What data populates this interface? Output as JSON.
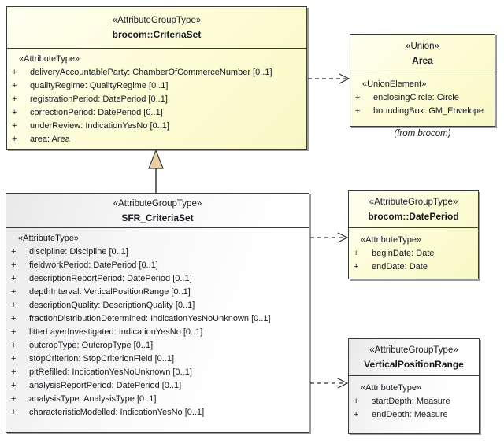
{
  "diagram_title": "UML attribute group diagram",
  "colors": {
    "yellow_fill": "#fdfdd9",
    "gray_fill": "#ececec",
    "border": "#3a3a3a",
    "shadow": "#9a9a9a",
    "generalization_fill": "#ecd0a4",
    "line": "#2a2a2a"
  },
  "origin_note": "(from brocom)",
  "classes": [
    {
      "stereotype": "«AttributeGroupType»",
      "name": "brocom::CriteriaSet",
      "section": "«AttributeType»",
      "attrs": [
        {
          "vis": "+",
          "text": "deliveryAccountableParty: ChamberOfCommerceNumber [0..1]"
        },
        {
          "vis": "+",
          "text": "qualityRegime: QualityRegime [0..1]"
        },
        {
          "vis": "+",
          "text": "registrationPeriod: DatePeriod [0..1]"
        },
        {
          "vis": "+",
          "text": "correctionPeriod: DatePeriod [0..1]"
        },
        {
          "vis": "+",
          "text": "underReview: IndicationYesNo [0..1]"
        },
        {
          "vis": "+",
          "text": "area: Area"
        }
      ]
    },
    {
      "stereotype": "«Union»",
      "name": "Area",
      "section": "«UnionElement»",
      "attrs": [
        {
          "vis": "+",
          "text": "enclosingCircle: Circle"
        },
        {
          "vis": "+",
          "text": "boundingBox: GM_Envelope"
        }
      ]
    },
    {
      "stereotype": "«AttributeGroupType»",
      "name": "SFR_CriteriaSet",
      "section": "«AttributeType»",
      "attrs": [
        {
          "vis": "+",
          "text": "discipline: Discipline [0..1]"
        },
        {
          "vis": "+",
          "text": "fieldworkPeriod: DatePeriod [0..1]"
        },
        {
          "vis": "+",
          "text": "descriptionReportPeriod: DatePeriod [0..1]"
        },
        {
          "vis": "+",
          "text": "depthInterval: VerticalPositionRange [0..1]"
        },
        {
          "vis": "+",
          "text": "descriptionQuality: DescriptionQuality [0..1]"
        },
        {
          "vis": "+",
          "text": "fractionDistributionDetermined: IndicationYesNoUnknown [0..1]"
        },
        {
          "vis": "+",
          "text": "litterLayerInvestigated: IndicationYesNo [0..1]"
        },
        {
          "vis": "+",
          "text": "outcropType: OutcropType [0..1]"
        },
        {
          "vis": "+",
          "text": "stopCriterion: StopCriterionField [0..1]"
        },
        {
          "vis": "+",
          "text": "pitRefilled: IndicationYesNoUnknown [0..1]"
        },
        {
          "vis": "+",
          "text": "analysisReportPeriod: DatePeriod [0..1]"
        },
        {
          "vis": "+",
          "text": "analysisType: AnalysisType [0..1]"
        },
        {
          "vis": "+",
          "text": "characteristicModelled: IndicationYesNo [0..1]"
        }
      ]
    },
    {
      "stereotype": "«AttributeGroupType»",
      "name": "brocom::DatePeriod",
      "section": "«AttributeType»",
      "attrs": [
        {
          "vis": "+",
          "text": "beginDate: Date"
        },
        {
          "vis": "+",
          "text": "endDate: Date"
        }
      ]
    },
    {
      "stereotype": "«AttributeGroupType»",
      "name": "VerticalPositionRange",
      "section": "«AttributeType»",
      "attrs": [
        {
          "vis": "+",
          "text": "startDepth: Measure"
        },
        {
          "vis": "+",
          "text": "endDepth: Measure"
        }
      ]
    }
  ]
}
